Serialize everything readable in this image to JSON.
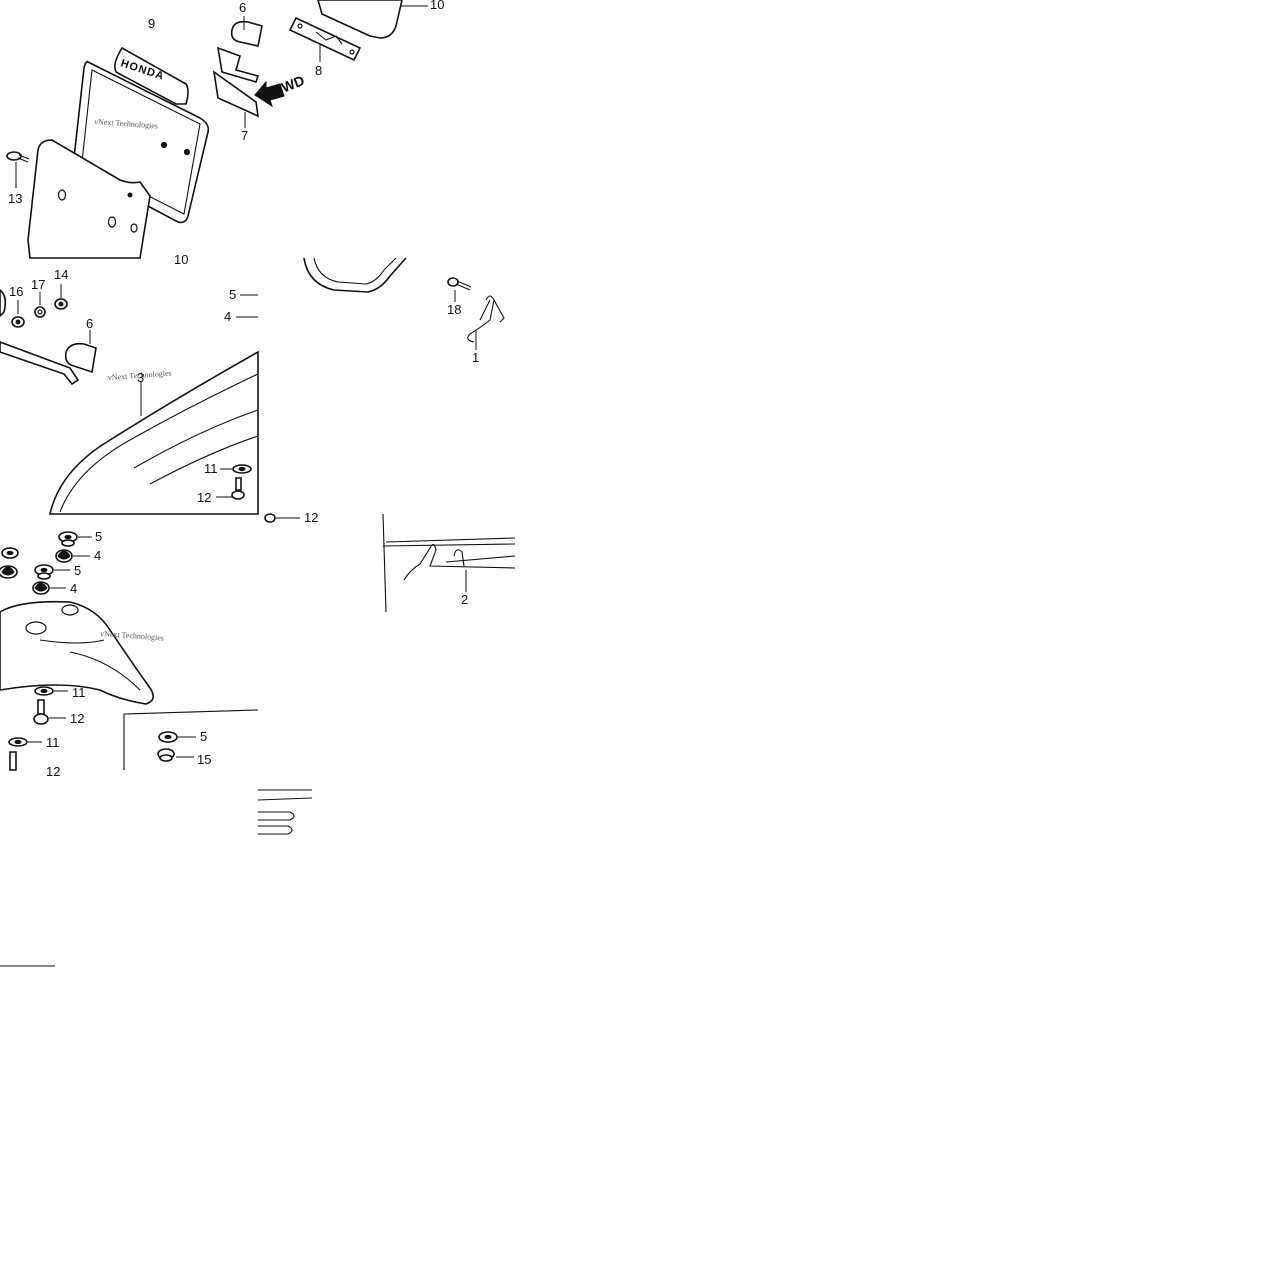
{
  "callouts": {
    "p9": "9",
    "p6a": "6",
    "p10a": "10",
    "p8": "8",
    "p7": "7",
    "p13": "13",
    "p10b": "10",
    "p16": "16",
    "p17": "17",
    "p14": "14",
    "p6b": "6",
    "p5a": "5",
    "p4a": "4",
    "p3": "3",
    "p11a": "11",
    "p12a": "12",
    "p18": "18",
    "p1": "1",
    "p12b": "12",
    "p5b": "5",
    "p4b": "4",
    "p5c": "5",
    "p4c": "4",
    "p11b": "11",
    "p12c": "12",
    "p11c": "11",
    "p12d": "12",
    "p2": "2",
    "p5d": "5",
    "p15": "15"
  },
  "labels": {
    "brand": "HONDA",
    "fwd": "FWD",
    "watermark1": "vNext Technologies",
    "watermark2": "vNext Technologies",
    "watermark3": "vNext Technologies"
  }
}
